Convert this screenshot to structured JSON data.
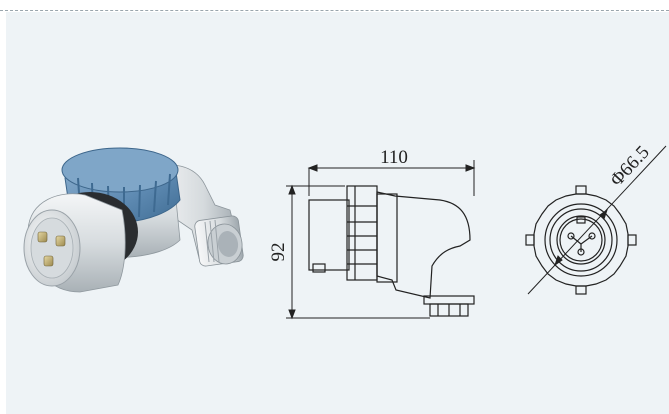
{
  "drawing": {
    "width_label": "110",
    "height_label": "92",
    "diameter_label": "Φ66.5"
  },
  "colors": {
    "background": "#eef3f6",
    "ring_blue": "#6f98bd",
    "body_gray": "#d9dde0",
    "line": "#222222"
  }
}
